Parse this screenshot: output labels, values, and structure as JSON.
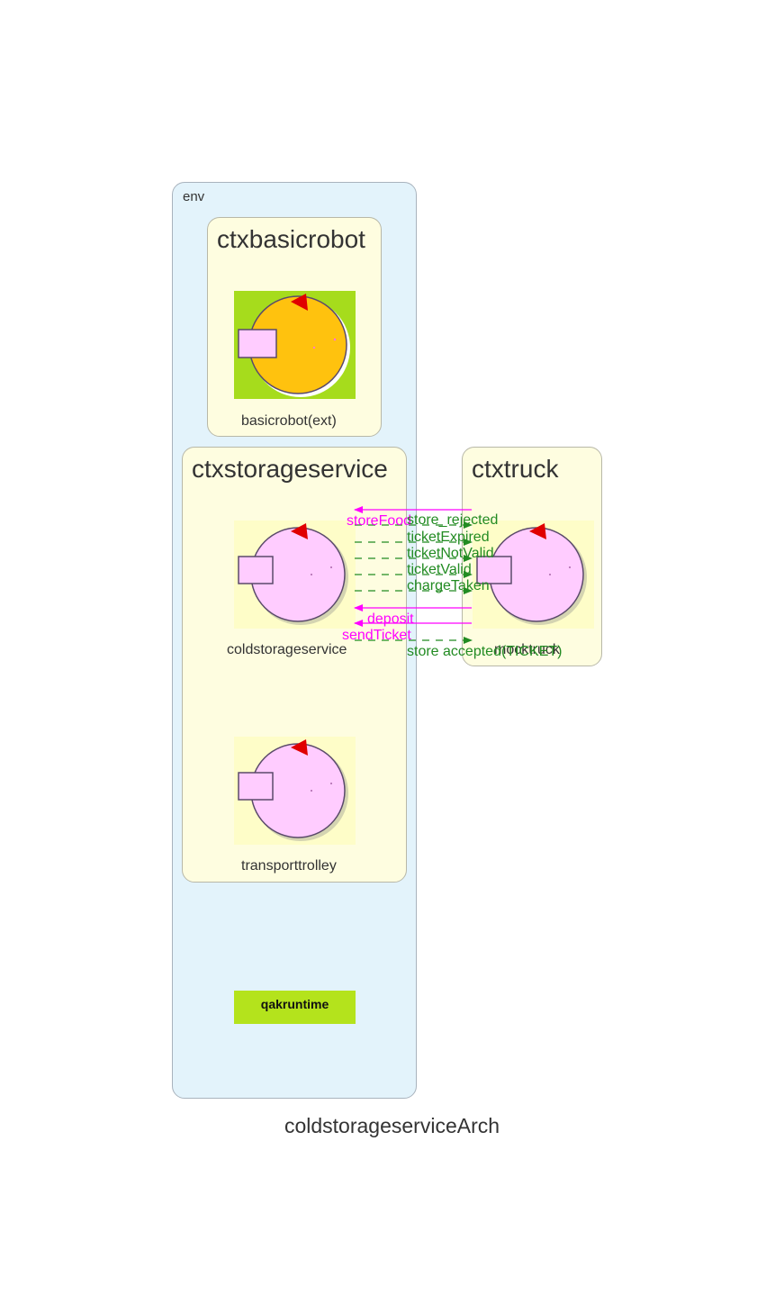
{
  "env": {
    "label": "env"
  },
  "contexts": {
    "ctxbasicrobot": {
      "title": "ctxbasicrobot",
      "actor": "basicrobot(ext)"
    },
    "ctxstorageservice": {
      "title": "ctxstorageservice",
      "actors": [
        "coldstorageservice",
        "transporttrolley"
      ]
    },
    "ctxtruck": {
      "title": "ctxtruck",
      "actor": "mocktruck"
    }
  },
  "runtime": {
    "label": "qakruntime"
  },
  "arch_title": "coldstorageserviceArch",
  "messages": {
    "storeFood": "storeFood",
    "store_rejected": "store_rejected",
    "ticketExpired": "ticketExpired",
    "ticketNotValid": "ticketNotValid",
    "ticketValid": "ticketValid",
    "chargeTaken": "chargeTaken",
    "deposit": "deposit",
    "sendTicket": "sendTicket",
    "store_accepted": "store accepted(TICKET)"
  },
  "colors": {
    "env_bg": "#e3f3fb",
    "context_bg": "#fefde0",
    "request_edge": "#ff00ff",
    "reply_edge": "#228b22",
    "robot_body": "#ffc20e",
    "robot_bg": "#a6dc1c",
    "actor_body": "#ffccff",
    "runtime_bg": "#b4e31c",
    "marker": "#e00000"
  }
}
